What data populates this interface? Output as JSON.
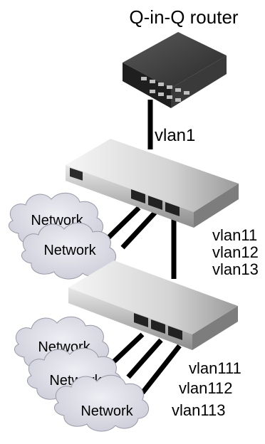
{
  "title": "Q-in-Q router",
  "links": {
    "router_uplink": "vlan1",
    "switch1_ports": [
      "vlan11",
      "vlan12",
      "vlan13"
    ],
    "switch2_ports": [
      "vlan111",
      "vlan112",
      "vlan113"
    ]
  },
  "networks": {
    "switch1": [
      "Network",
      "Network"
    ],
    "switch2": [
      "Network",
      "Network",
      "Network"
    ]
  },
  "colors": {
    "cable": "#000000",
    "cloud_fill": "#dcdde6",
    "cloud_stroke": "#9a9aa8",
    "router_body": "#3a3a3a",
    "switch_body": "#c8c8c8"
  }
}
